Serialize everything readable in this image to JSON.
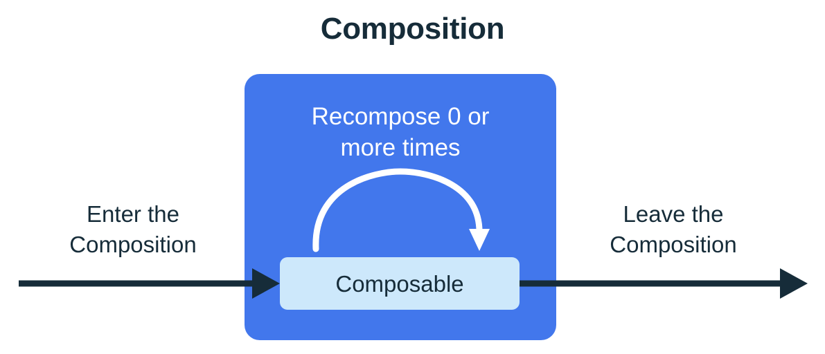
{
  "title": "Composition",
  "colors": {
    "background": "#ffffff",
    "panel_blue": "#4277ec",
    "box_light_blue": "#cde8fb",
    "text_navy": "#162c39",
    "arrow_dark": "#162c39",
    "loop_arrow_white": "#ffffff"
  },
  "panel": {
    "recompose_caption": "Recompose 0 or\nmore times",
    "inner_box_label": "Composable",
    "loop_arrow_label": "recompose-loop-arrow"
  },
  "captions": {
    "enter": "Enter the\nComposition",
    "leave": "Leave the\nComposition"
  },
  "arrows": {
    "enter_arrow_name": "enter-composition-arrow",
    "leave_arrow_name": "leave-composition-arrow"
  }
}
